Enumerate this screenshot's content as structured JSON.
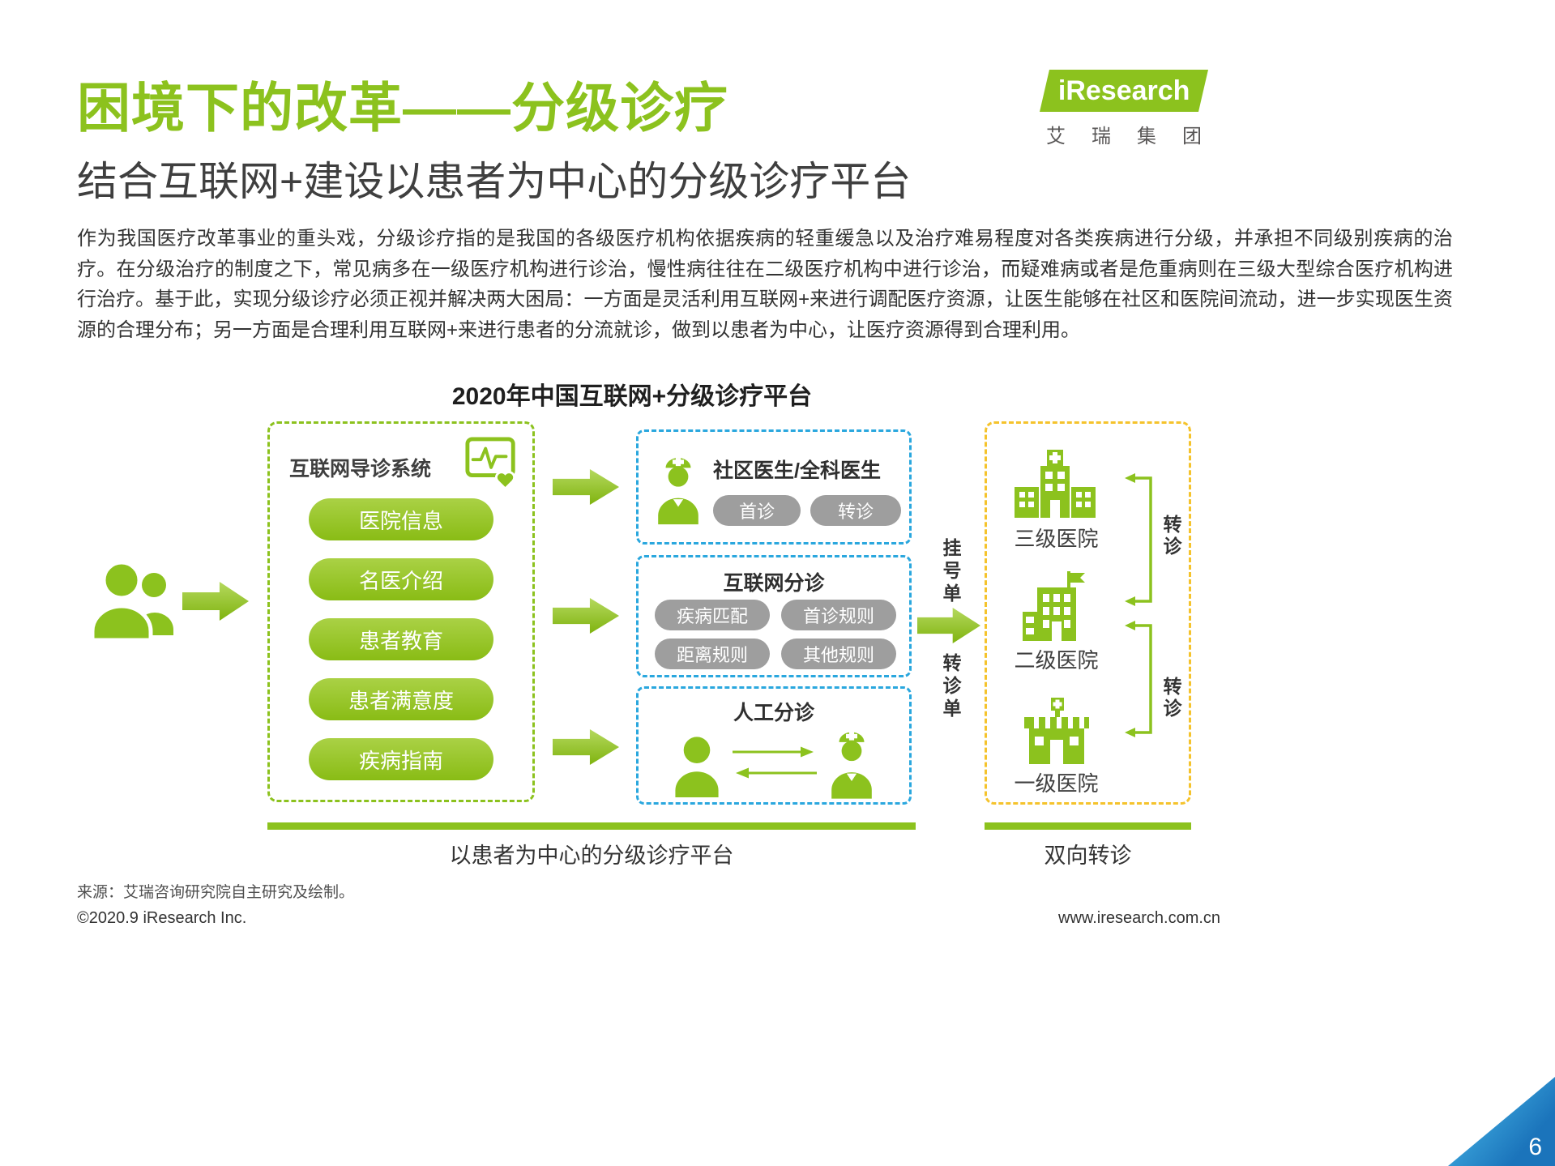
{
  "page": {
    "title": "困境下的改革——分级诊疗",
    "subtitle": "结合互联网+建设以患者为中心的分级诊疗平台",
    "paragraph": "作为我国医疗改革事业的重头戏，分级诊疗指的是我国的各级医疗机构依据疾病的轻重缓急以及治疗难易程度对各类疾病进行分级，并承担不同级别疾病的治疗。在分级治疗的制度之下，常见病多在一级医疗机构进行诊治，慢性病往往在二级医疗机构中进行诊治，而疑难病或者是危重病则在三级大型综合医疗机构进行治疗。基于此，实现分级诊疗必须正视并解决两大困局：一方面是灵活利用互联网+来进行调配医疗资源，让医生能够在社区和医院间流动，进一步实现医生资源的合理分布；另一方面是合理利用互联网+来进行患者的分流就诊，做到以患者为中心，让医疗资源得到合理利用。",
    "diagram_title": "2020年中国互联网+分级诊疗平台",
    "source": "来源：艾瑞咨询研究院自主研究及绘制。",
    "footer_left": "©2020.9 iResearch Inc.",
    "footer_right": "www.iresearch.com.cn",
    "page_number": "6"
  },
  "logo": {
    "brand": "iResearch",
    "brand_cn": "艾瑞集团"
  },
  "diagram": {
    "guide_system": {
      "title": "互联网导诊系统",
      "items": [
        "医院信息",
        "名医介绍",
        "患者教育",
        "患者满意度",
        "疾病指南"
      ]
    },
    "community_doctor": {
      "title": "社区医生/全科医生",
      "tags": [
        "首诊",
        "转诊"
      ]
    },
    "internet_triage": {
      "title": "互联网分诊",
      "tags": [
        "疾病匹配",
        "首诊规则",
        "距离规则",
        "其他规则"
      ]
    },
    "manual_triage": {
      "title": "人工分诊"
    },
    "flow_labels": {
      "registration": "挂号单",
      "referral": "转诊单"
    },
    "hospitals": {
      "levels": [
        "三级医院",
        "二级医院",
        "一级医院"
      ],
      "referral_labels": [
        "转诊",
        "转诊"
      ]
    },
    "captions": {
      "platform": "以患者为中心的分级诊疗平台",
      "two_way": "双向转诊"
    },
    "colors": {
      "green": "#8CC21E",
      "blue": "#2AA7DE",
      "yellow": "#F5C32C",
      "gray": "#9E9E9E",
      "corner_blue": "#1B74BB"
    }
  }
}
